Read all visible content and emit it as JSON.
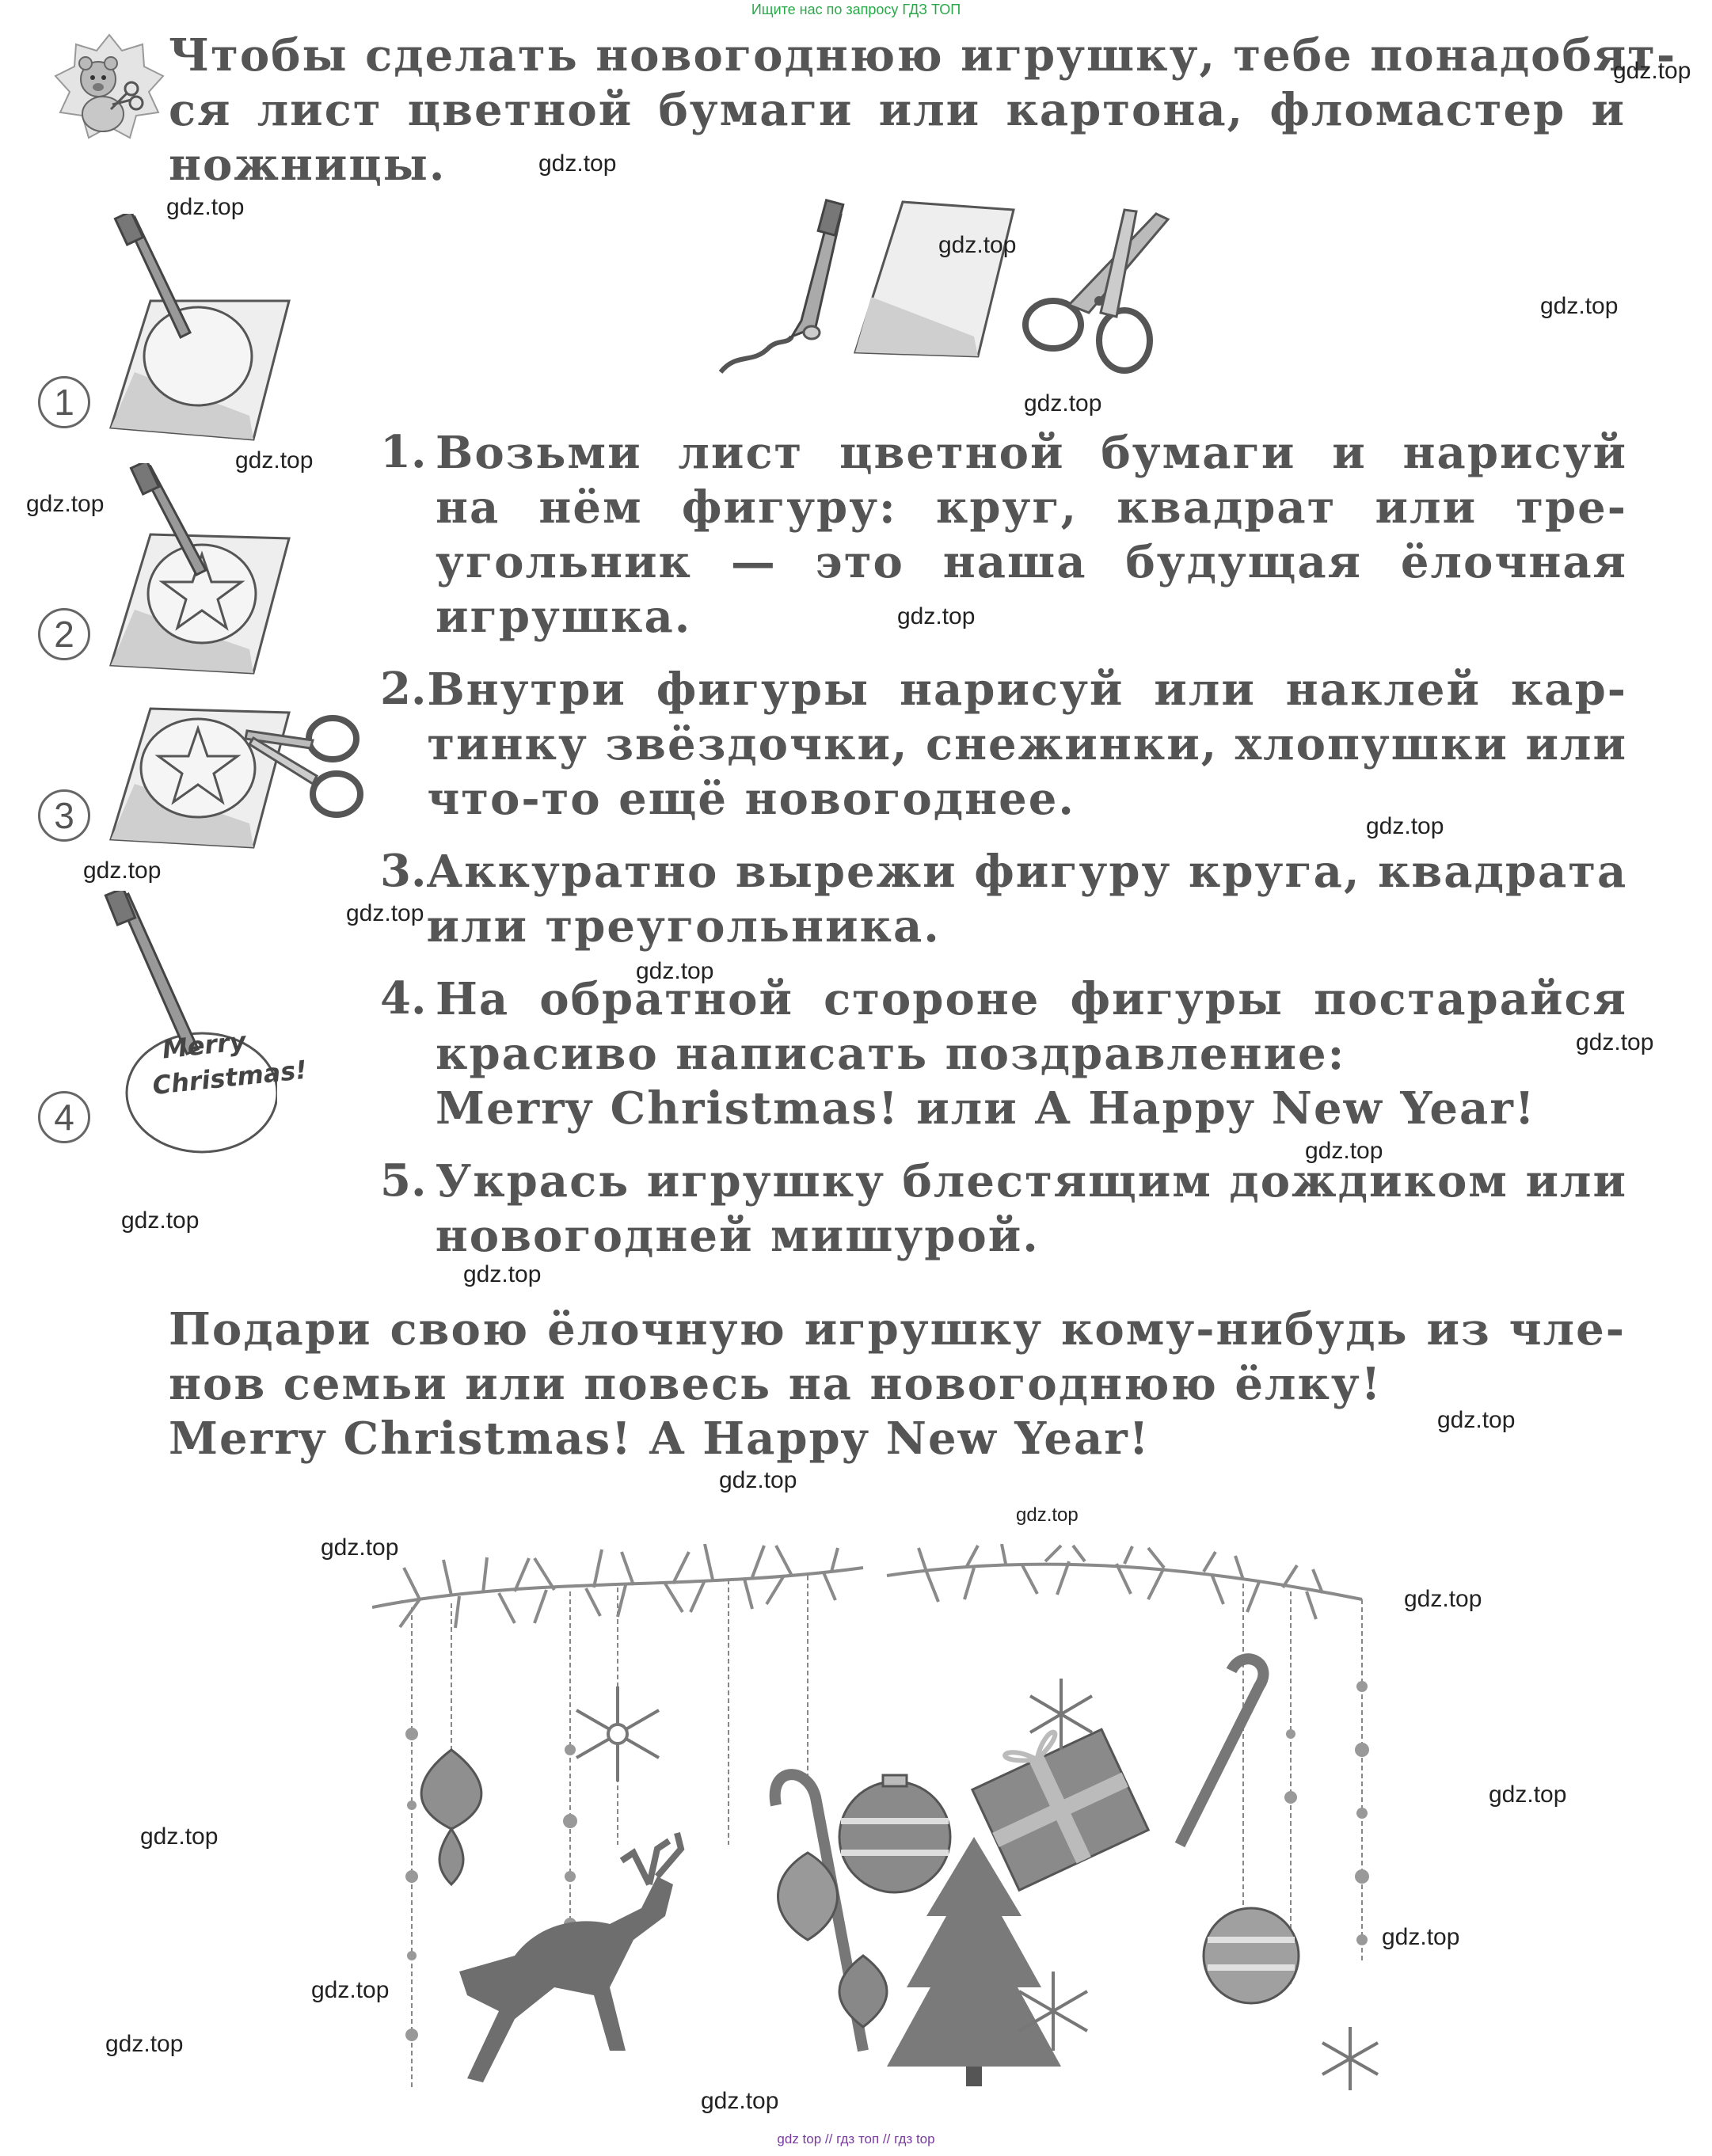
{
  "banner_top": "Ищите нас по запросу ГДЗ ТОП",
  "banner_bottom": "gdz top  //  гдз топ  //  гдз top",
  "intro": [
    "Чтобы сделать новогоднюю игрушку, тебе понадобят-",
    "ся лист цветной бумаги или картона, фломастер и",
    "ножницы."
  ],
  "steps": [
    {
      "number": "1.",
      "lines": [
        "Возьми лист цветной бумаги и нарисуй",
        "на нём фигуру: круг, квадрат или тре-",
        "угольник — это наша будущая ёлочная",
        "игрушка."
      ]
    },
    {
      "number": "2.",
      "lines": [
        "Внутри фигуры нарисуй или наклей кар-",
        "тинку звёздочки, снежинки, хлопушки или",
        "что-то ещё новогоднее."
      ]
    },
    {
      "number": "3.",
      "lines": [
        "Аккуратно вырежи фигуру круга, квадрата",
        "или треугольника."
      ]
    },
    {
      "number": "4.",
      "lines": [
        "На обратной стороне фигуры постарайся",
        "красиво написать поздравление:",
        "Merry Christmas! или A Happy New Year!"
      ]
    },
    {
      "number": "5.",
      "lines": [
        "Укрась игрушку блестящим дождиком или",
        "новогодней мишурой."
      ]
    }
  ],
  "closing": [
    "Подари свою ёлочную игрушку кому-нибудь из чле-",
    "нов семьи или повесь на новогоднюю ёлку!",
    "Merry Christmas! A Happy New Year!"
  ],
  "side_labels": [
    "1",
    "2",
    "3",
    "4"
  ],
  "card_text": [
    "Merry",
    "Christmas!"
  ],
  "watermark": "gdz.top",
  "icons": [
    "bear-scissors-icon",
    "marker-icon",
    "paper-icon",
    "scissors-icon",
    "reindeer-icon",
    "gift-icon",
    "christmas-tree-icon",
    "snowflake-icon",
    "bauble-icon",
    "candy-cane-icon"
  ],
  "colors": {
    "text": "#555555",
    "banner_green": "#2aa84a",
    "banner_purple": "#7a3aa0"
  }
}
